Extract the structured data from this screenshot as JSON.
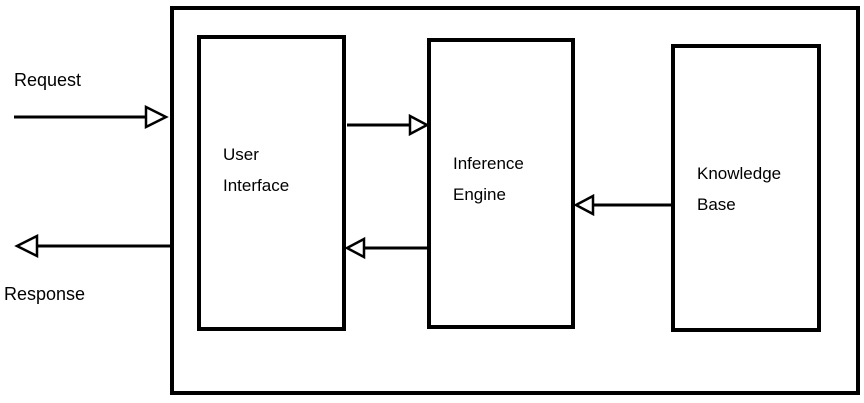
{
  "external_labels": {
    "request": "Request",
    "response": "Response"
  },
  "boxes": [
    {
      "id": "user-interface",
      "label": "User Interface"
    },
    {
      "id": "inference-engine",
      "label": "Inference Engine"
    },
    {
      "id": "knowledge-base",
      "label": "Knowledge Base"
    }
  ],
  "arrows": [
    {
      "name": "request-arrow",
      "from": "external",
      "to": "user-interface"
    },
    {
      "name": "user-interface-to-inference-engine",
      "from": "user-interface",
      "to": "inference-engine"
    },
    {
      "name": "inference-engine-to-user-interface",
      "from": "inference-engine",
      "to": "user-interface"
    },
    {
      "name": "knowledge-base-to-inference-engine",
      "from": "knowledge-base",
      "to": "inference-engine"
    },
    {
      "name": "response-arrow",
      "from": "user-interface",
      "to": "external"
    }
  ],
  "colors": {
    "line": "#000000",
    "background": "#ffffff",
    "text": "#000000"
  }
}
